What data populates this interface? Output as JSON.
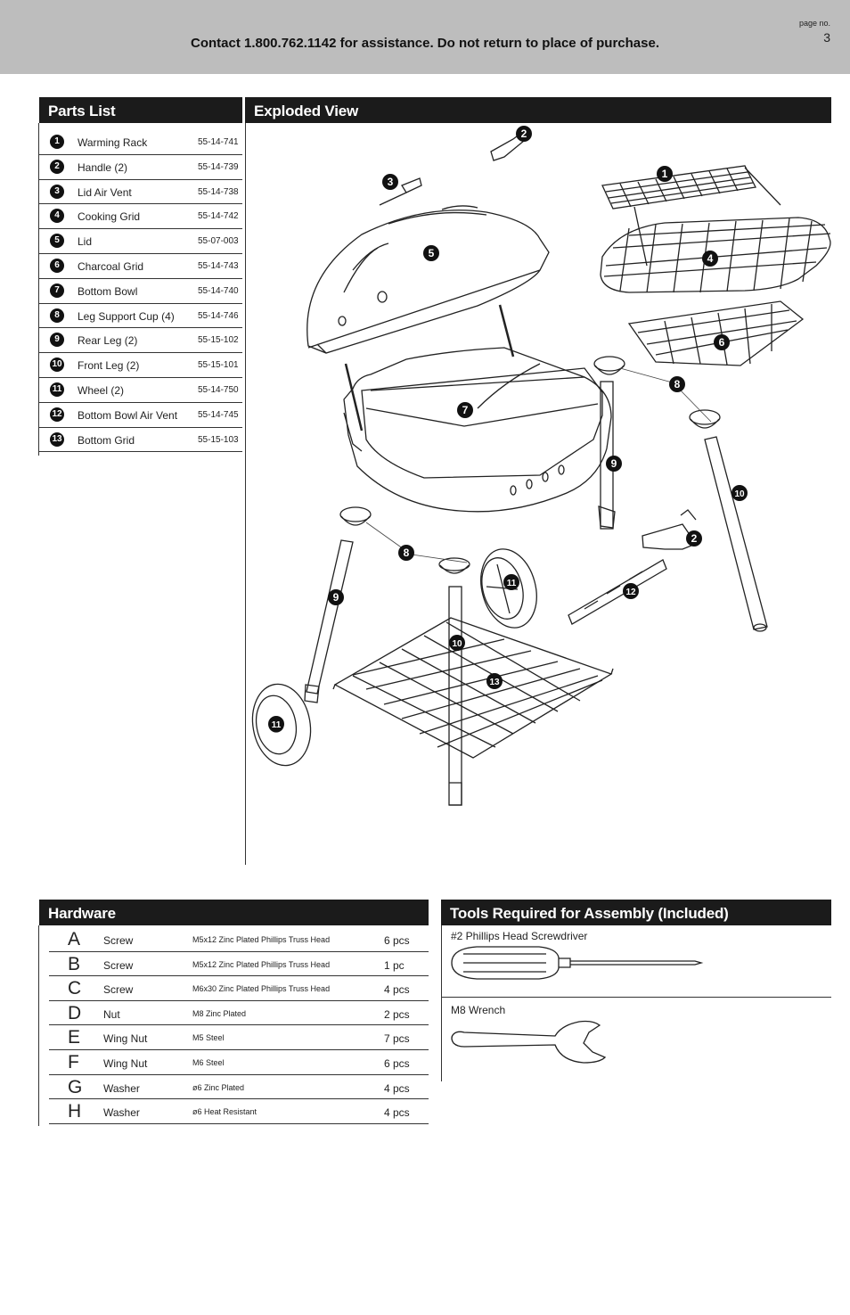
{
  "header": {
    "contact": "Contact 1.800.762.1142 for assistance. Do not return to place of purchase.",
    "page_no_label": "page no.",
    "page_no": "3"
  },
  "parts_list": {
    "title": "Parts List",
    "items": [
      {
        "num": "1",
        "name": "Warming Rack",
        "code": "55-14-741"
      },
      {
        "num": "2",
        "name": "Handle (2)",
        "code": "55-14-739"
      },
      {
        "num": "3",
        "name": "Lid Air Vent",
        "code": "55-14-738"
      },
      {
        "num": "4",
        "name": "Cooking Grid",
        "code": "55-14-742"
      },
      {
        "num": "5",
        "name": "Lid",
        "code": "55-07-003"
      },
      {
        "num": "6",
        "name": "Charcoal Grid",
        "code": "55-14-743"
      },
      {
        "num": "7",
        "name": "Bottom Bowl",
        "code": "55-14-740"
      },
      {
        "num": "8",
        "name": "Leg Support Cup (4)",
        "code": "55-14-746"
      },
      {
        "num": "9",
        "name": "Rear Leg (2)",
        "code": "55-15-102"
      },
      {
        "num": "10",
        "name": "Front Leg (2)",
        "code": "55-15-101"
      },
      {
        "num": "11",
        "name": "Wheel (2)",
        "code": "55-14-750"
      },
      {
        "num": "12",
        "name": "Bottom Bowl Air Vent",
        "code": "55-14-745"
      },
      {
        "num": "13",
        "name": "Bottom Grid",
        "code": "55-15-103"
      }
    ]
  },
  "exploded_view": {
    "title": "Exploded View",
    "callouts": [
      "1",
      "2",
      "3",
      "4",
      "5",
      "6",
      "7",
      "8",
      "9",
      "10",
      "11",
      "12",
      "13",
      "2",
      "8",
      "9",
      "10",
      "11"
    ]
  },
  "hardware": {
    "title": "Hardware",
    "items": [
      {
        "letter": "A",
        "type": "Screw",
        "spec": "M5x12 Zinc Plated Phillips Truss Head",
        "qty": "6 pcs"
      },
      {
        "letter": "B",
        "type": "Screw",
        "spec": "M5x12 Zinc Plated Phillips Truss Head",
        "qty": "1 pc"
      },
      {
        "letter": "C",
        "type": "Screw",
        "spec": "M6x30 Zinc Plated Phillips Truss Head",
        "qty": "4 pcs"
      },
      {
        "letter": "D",
        "type": "Nut",
        "spec": "M8 Zinc Plated",
        "qty": "2 pcs"
      },
      {
        "letter": "E",
        "type": "Wing Nut",
        "spec": "M5 Steel",
        "qty": "7 pcs"
      },
      {
        "letter": "F",
        "type": "Wing Nut",
        "spec": "M6 Steel",
        "qty": "6 pcs"
      },
      {
        "letter": "G",
        "type": "Washer",
        "spec": "ø6 Zinc Plated",
        "qty": "4 pcs"
      },
      {
        "letter": "H",
        "type": "Washer",
        "spec": "ø6 Heat Resistant",
        "qty": "4 pcs"
      }
    ]
  },
  "tools": {
    "title": "Tools Required for Assembly (Included)",
    "items": [
      {
        "label": "#2 Phillips Head Screwdriver",
        "icon": "screwdriver-icon"
      },
      {
        "label": "M8 Wrench",
        "icon": "wrench-icon"
      }
    ]
  }
}
